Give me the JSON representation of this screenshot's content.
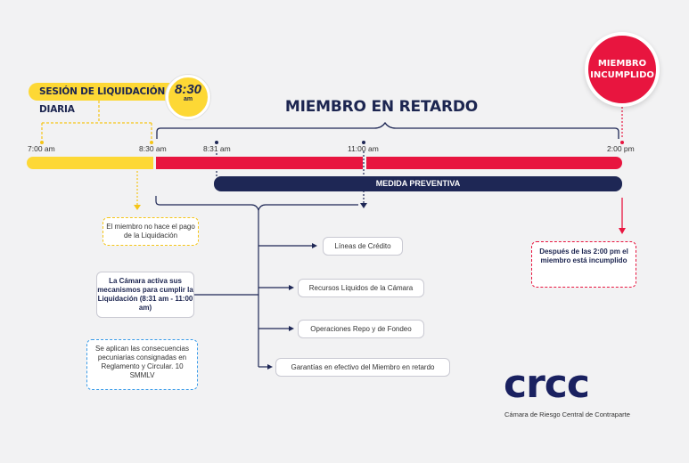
{
  "session": {
    "label": "SESIÓN DE LIQUIDACIÓN DIARIA",
    "time": "8:30",
    "unit": "am"
  },
  "title": "MIEMBRO EN RETARDO",
  "defaulted_member": "MIEMBRO INCUMPLIDO",
  "times": [
    "7:00 am",
    "8:30 am",
    "8:31 am",
    "11:00 am",
    "2:00 pm"
  ],
  "preventive": "MEDIDA PREVENTIVA",
  "boxes": {
    "no_payment": "El miembro no hace el pago de la Liquidación",
    "camera_activates": "La Cámara activa sus mecanismos para cumplir la Liquidación (8:31 am - 11:00 am)",
    "consequences": "Se aplican las consecuencias pecuniarias consignadas en Reglamento y Circular. 10 SMMLV",
    "after_two": "Después de las 2:00 pm el miembro está incumplido"
  },
  "mechanisms": [
    "Líneas de Crédito",
    "Recursos Líquidos de la Cámara",
    "Operaciones Repo y de Fondeo",
    "Garantías en efectivo del Miembro en retardo"
  ],
  "logo": {
    "text": "crcc",
    "tagline": "Cámara de Riesgo Central de Contraparte"
  },
  "colors": {
    "yellow": "#fdd835",
    "red": "#e8153f",
    "navy": "#1e2755",
    "blue": "#3a9be8"
  }
}
